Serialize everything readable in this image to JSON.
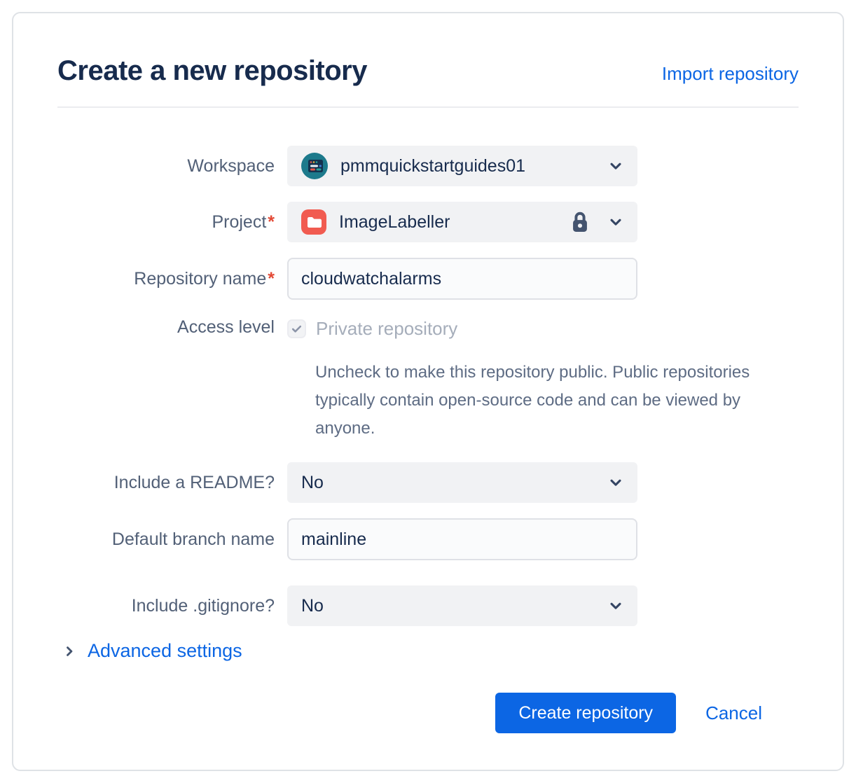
{
  "header": {
    "title": "Create a new repository",
    "import_link": "Import repository"
  },
  "form": {
    "workspace": {
      "label": "Workspace",
      "value": "pmmquickstartguides01"
    },
    "project": {
      "label": "Project",
      "required_marker": "*",
      "value": "ImageLabeller"
    },
    "repository_name": {
      "label": "Repository name",
      "required_marker": "*",
      "value": "cloudwatchalarms"
    },
    "access_level": {
      "label": "Access level",
      "checkbox_label": "Private repository",
      "checkbox_checked": true,
      "checkbox_disabled": true,
      "help_text": "Uncheck to make this repository public. Public repositories typically contain open-source code and can be viewed by anyone."
    },
    "include_readme": {
      "label": "Include a README?",
      "value": "No"
    },
    "default_branch": {
      "label": "Default branch name",
      "value": "mainline"
    },
    "include_gitignore": {
      "label": "Include .gitignore?",
      "value": "No"
    },
    "advanced_settings": {
      "label": "Advanced settings"
    }
  },
  "footer": {
    "create_button": "Create repository",
    "cancel_link": "Cancel"
  },
  "icons": {
    "workspace_avatar": "workspace-avatar",
    "project_avatar": "project-folder",
    "lock": "lock",
    "chevron_down": "chevron-down",
    "chevron_right": "chevron-right",
    "checkbox_check": "check"
  },
  "colors": {
    "primary_blue": "#0C66E4",
    "title_navy": "#172B4D",
    "label_gray": "#526077",
    "helper_gray": "#5E6C84",
    "disabled_text": "#A5ADBA",
    "field_gray_bg": "#F1F2F4",
    "input_border": "#DFE1E6",
    "required_red": "#E34935",
    "project_icon_red": "#F15B50",
    "workspace_icon_teal": "#1D7A8C",
    "icon_slate": "#44546F"
  }
}
